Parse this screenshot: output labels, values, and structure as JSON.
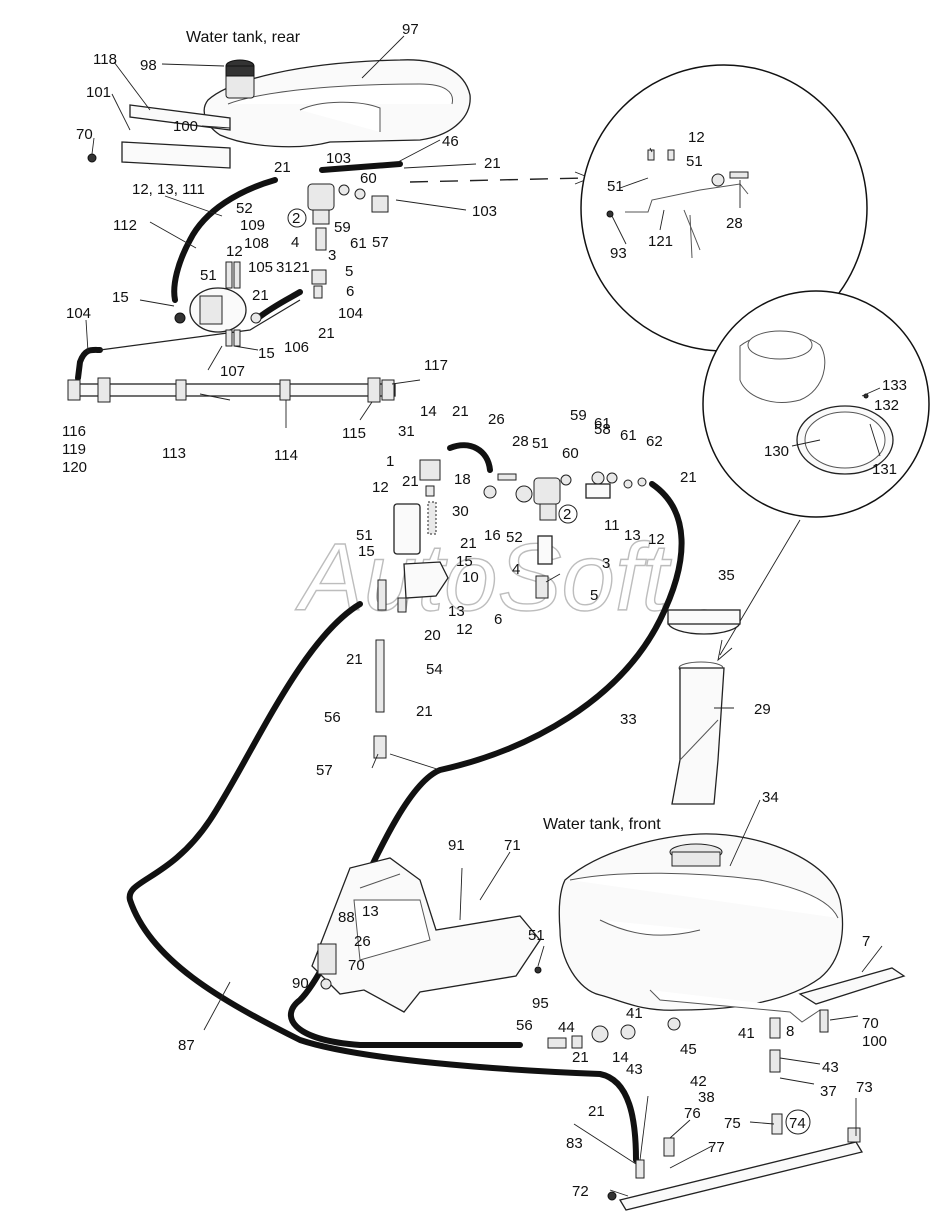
{
  "captions": {
    "rear_tank": "Water tank, rear",
    "front_tank": "Water tank, front"
  },
  "watermark": "AutoSoft",
  "labels": {
    "l97": "97",
    "l98": "98",
    "l118": "118",
    "l101": "101",
    "l100a": "100",
    "l70a": "70",
    "l103a": "103",
    "l46": "46",
    "l21a": "21",
    "l21b": "21",
    "l60a": "60",
    "l12_13_111": "12, 13, 111",
    "l52a": "52",
    "l109": "109",
    "l108": "108",
    "l2a": "2",
    "l59a": "59",
    "l61a": "61",
    "l57a": "57",
    "l103b": "103",
    "l112": "112",
    "l4a": "4",
    "l3a": "3",
    "l5a": "5",
    "l12a": "12",
    "l105": "105",
    "l31a": "31",
    "l21c": "21",
    "l51a": "51",
    "l21d": "21",
    "l6a": "6",
    "l15a": "15",
    "l104a": "104",
    "l21e": "21",
    "l15b": "15",
    "l106": "106",
    "l104b": "104",
    "l107": "107",
    "l117": "117",
    "l116": "116",
    "l119": "119",
    "l120": "120",
    "l113": "113",
    "l114": "114",
    "l115": "115",
    "l12b": "12",
    "l51b": "51",
    "l28a": "28",
    "l121": "121",
    "l93": "93",
    "l133": "133",
    "l132": "132",
    "l130": "130",
    "l131": "131",
    "l14a": "14",
    "l21f": "21",
    "l26a": "26",
    "l59b": "59",
    "l61b": "61",
    "l58": "58",
    "l61c": "61",
    "l62": "62",
    "l31b": "31",
    "l28b": "28",
    "l51c": "51",
    "l60b": "60",
    "l21g": "21",
    "l1": "1",
    "l21h": "21",
    "l18": "18",
    "l12c": "12",
    "l30": "30",
    "l16": "16",
    "l52b": "52",
    "l2b": "2",
    "l11": "11",
    "l13a": "13",
    "l12d": "12",
    "l51d": "51",
    "l21i": "21",
    "l15c": "15",
    "l15d": "15",
    "l3b": "3",
    "l4b": "4",
    "l10": "10",
    "l5b": "5",
    "l13b": "13",
    "l12e": "12",
    "l6b": "6",
    "l20": "20",
    "l21j": "21",
    "l54": "54",
    "l56a": "56",
    "l21k": "21",
    "l57b": "57",
    "l33": "33",
    "l35": "35",
    "l29": "29",
    "l34": "34",
    "l91": "91",
    "l71": "71",
    "l88": "88",
    "l13c": "13",
    "l26b": "26",
    "l70b": "70",
    "l90": "90",
    "l51e": "51",
    "l95": "95",
    "l87": "87",
    "l56b": "56",
    "l44": "44",
    "l21l": "21",
    "l14b": "14",
    "l43a": "43",
    "l45": "45",
    "l41a": "41",
    "l41b": "41",
    "l8": "8",
    "l7": "7",
    "l70c": "70",
    "l100b": "100",
    "l43b": "43",
    "l42": "42",
    "l38": "38",
    "l37": "37",
    "l73": "73",
    "l21m": "21",
    "l76": "76",
    "l75": "75",
    "l74": "74",
    "l83": "83",
    "l77": "77",
    "l72": "72"
  }
}
